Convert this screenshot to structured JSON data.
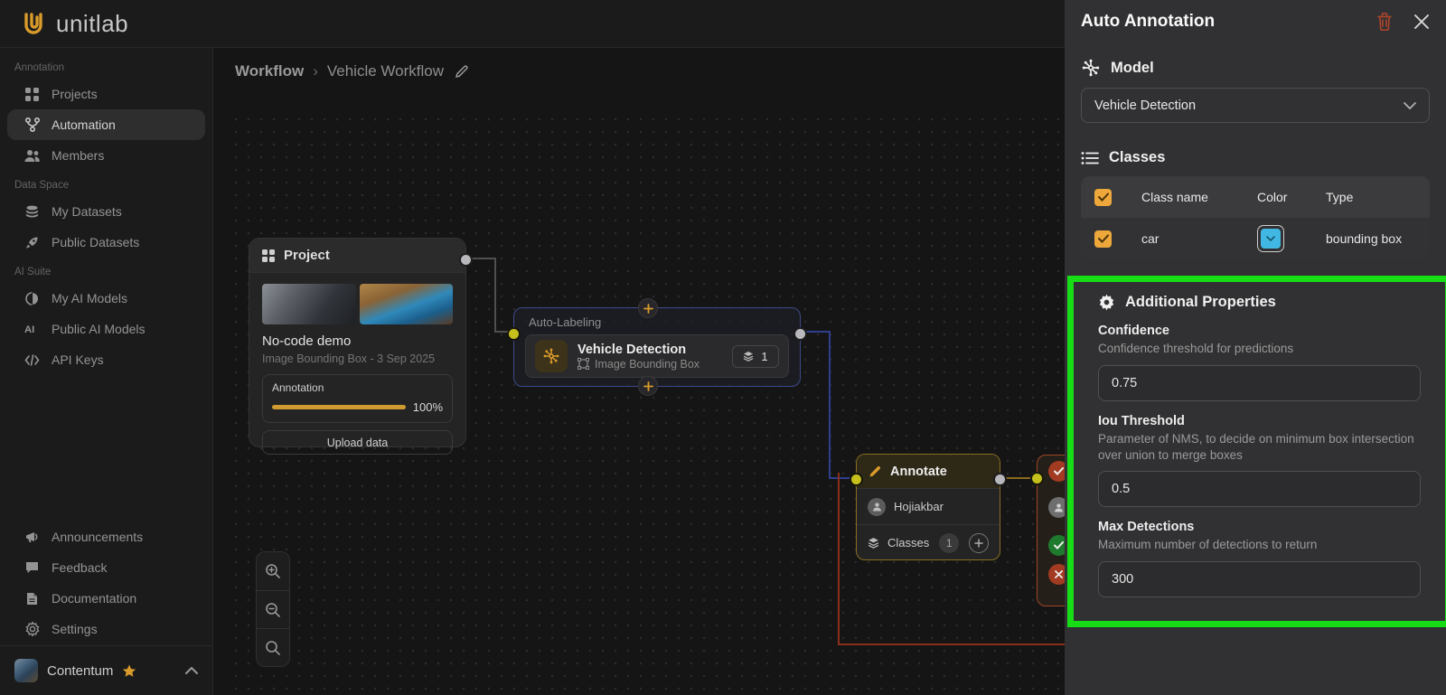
{
  "brand": {
    "name": "unitlab"
  },
  "sidebar": {
    "sections": [
      {
        "label": "Annotation",
        "items": [
          {
            "label": "Projects"
          },
          {
            "label": "Automation"
          },
          {
            "label": "Members"
          }
        ]
      },
      {
        "label": "Data Space",
        "items": [
          {
            "label": "My Datasets"
          },
          {
            "label": "Public Datasets"
          }
        ]
      },
      {
        "label": "AI Suite",
        "items": [
          {
            "label": "My AI Models"
          },
          {
            "label": "Public AI Models"
          },
          {
            "label": "API Keys"
          }
        ]
      }
    ],
    "footer_items": [
      {
        "label": "Announcements"
      },
      {
        "label": "Feedback"
      },
      {
        "label": "Documentation"
      },
      {
        "label": "Settings"
      }
    ],
    "user": {
      "name": "Contentum"
    }
  },
  "breadcrumb": {
    "root": "Workflow",
    "separator": "›",
    "current": "Vehicle Workflow"
  },
  "canvas": {
    "project_node": {
      "title": "Project",
      "name": "No-code demo",
      "meta": "Image Bounding Box - 3 Sep 2025",
      "progress_label": "Annotation",
      "progress_value": "100%",
      "upload_button": "Upload data"
    },
    "autolabel_node": {
      "title": "Auto-Labeling",
      "model_name": "Vehicle Detection",
      "model_type": "Image Bounding Box",
      "badge_count": "1"
    },
    "annotate_node": {
      "title": "Annotate",
      "assignee": "Hojiakbar",
      "classes_label": "Classes",
      "classes_count": "1"
    }
  },
  "panel": {
    "title": "Auto Annotation",
    "model": {
      "heading": "Model",
      "selected": "Vehicle Detection"
    },
    "classes": {
      "heading": "Classes",
      "columns": {
        "name": "Class name",
        "color": "Color",
        "type": "Type"
      },
      "rows": [
        {
          "name": "car",
          "color": "#41b8e4",
          "type": "bounding box"
        }
      ]
    },
    "properties": {
      "heading": "Additional Properties",
      "fields": [
        {
          "label": "Confidence",
          "description": "Confidence threshold for predictions",
          "value": "0.75"
        },
        {
          "label": "Iou Threshold",
          "description": "Parameter of NMS, to decide on minimum box intersection over union to merge boxes",
          "value": "0.5"
        },
        {
          "label": "Max Detections",
          "description": "Maximum number of detections to return",
          "value": "300"
        }
      ]
    }
  },
  "icons": {
    "ai_glyph": "AI"
  },
  "colors": {
    "accent_amber": "#d99b2b",
    "highlight_green": "#17dd17",
    "class_color": "#41b8e4",
    "trash_red": "#a8442a",
    "port_yellow": "#c6c01d",
    "node_blue_border": "#3c4a8c",
    "node_orange_border": "#8a6d22",
    "node_red_border": "#a04428"
  }
}
